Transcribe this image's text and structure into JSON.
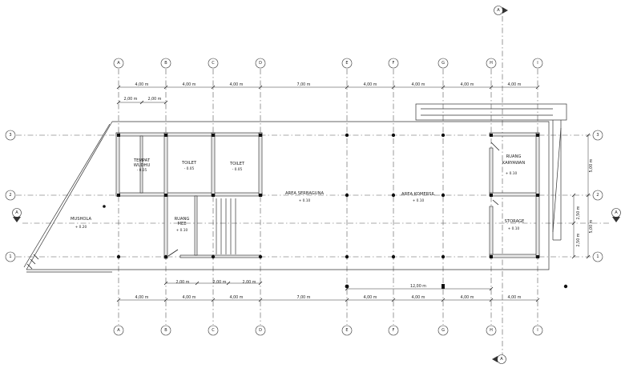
{
  "grid_axes": {
    "columns": [
      "A",
      "B",
      "C",
      "D",
      "E",
      "F",
      "G",
      "H",
      "I"
    ],
    "rows": [
      "1",
      "2",
      "3"
    ]
  },
  "dimensions": {
    "top_spans": [
      "4,00 m",
      "4,00 m",
      "4,00 m",
      "7,00 m",
      "4,00 m",
      "4,00 m",
      "4,00 m",
      "4,00 m"
    ],
    "top_sub_spans": [
      "2,00 m",
      "2,00 m"
    ],
    "bottom_spans": [
      "4,00 m",
      "4,00 m",
      "4,00 m",
      "7,00 m",
      "4,00 m",
      "4,00 m",
      "4,00 m",
      "4,00 m"
    ],
    "bottom_sub_spans": [
      "2,00 m",
      "2,00 m",
      "2,00 m"
    ],
    "bottom_overall": "12,00 m",
    "right_outer": [
      "5,00 m",
      "5,00 m"
    ],
    "right_inner": [
      "2,50 m",
      "2,50 m"
    ]
  },
  "section_markers": [
    "A",
    "A",
    "A",
    "A"
  ],
  "rooms": [
    {
      "name_line1": "TEMPAT",
      "name_line2": "WUDHU",
      "elevation": "- 0.05"
    },
    {
      "name_line1": "TOILET",
      "name_line2": "",
      "elevation": "- 0.05"
    },
    {
      "name_line1": "TOILET",
      "name_line2": "",
      "elevation": "- 0.05"
    },
    {
      "name_line1": "AREA SERBAGUNA",
      "name_line2": "",
      "elevation": "+ 0.10"
    },
    {
      "name_line1": "AREA KOMERSIL",
      "name_line2": "",
      "elevation": "+ 0.10"
    },
    {
      "name_line1": "RUANG",
      "name_line2": "KARYAWAN",
      "elevation": "+ 0.10"
    },
    {
      "name_line1": "STORAGE",
      "name_line2": "",
      "elevation": "+ 0.10"
    },
    {
      "name_line1": "RUANG",
      "name_line2": "MEE",
      "elevation": "+ 0.10"
    },
    {
      "name_line1": "MUSHOLA",
      "name_line2": "",
      "elevation": "+ 0.20"
    }
  ]
}
